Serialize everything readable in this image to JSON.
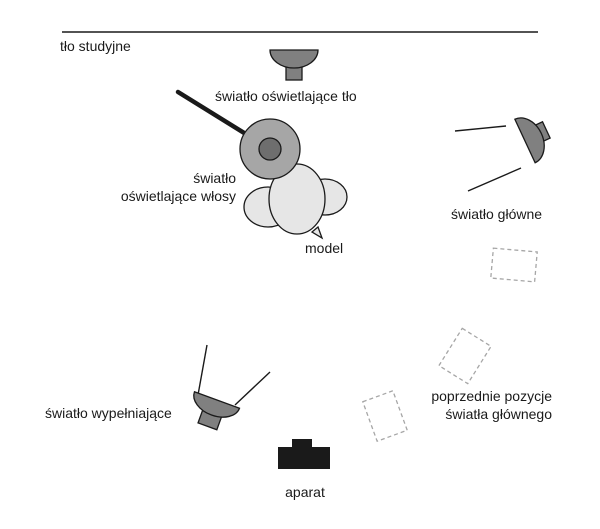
{
  "labels": {
    "background": "tło studyjne",
    "background_light": "światło oświetlające tło",
    "hair_light_line1": "światło",
    "hair_light_line2": "oświetlające włosy",
    "model": "model",
    "key_light": "światło główne",
    "fill_light": "światło wypełniające",
    "previous_positions_line1": "poprzednie pozycje",
    "previous_positions_line2": "światła głównego",
    "camera": "aparat"
  },
  "colors": {
    "line": "#1a1a1a",
    "light_body": "#808080",
    "hair_disc": "#a6a6a6",
    "hair_center": "#6e6e6e",
    "model_shape": "#e6e6e6",
    "ghost": "#a6a6a6",
    "camera": "#1a1a1a"
  }
}
